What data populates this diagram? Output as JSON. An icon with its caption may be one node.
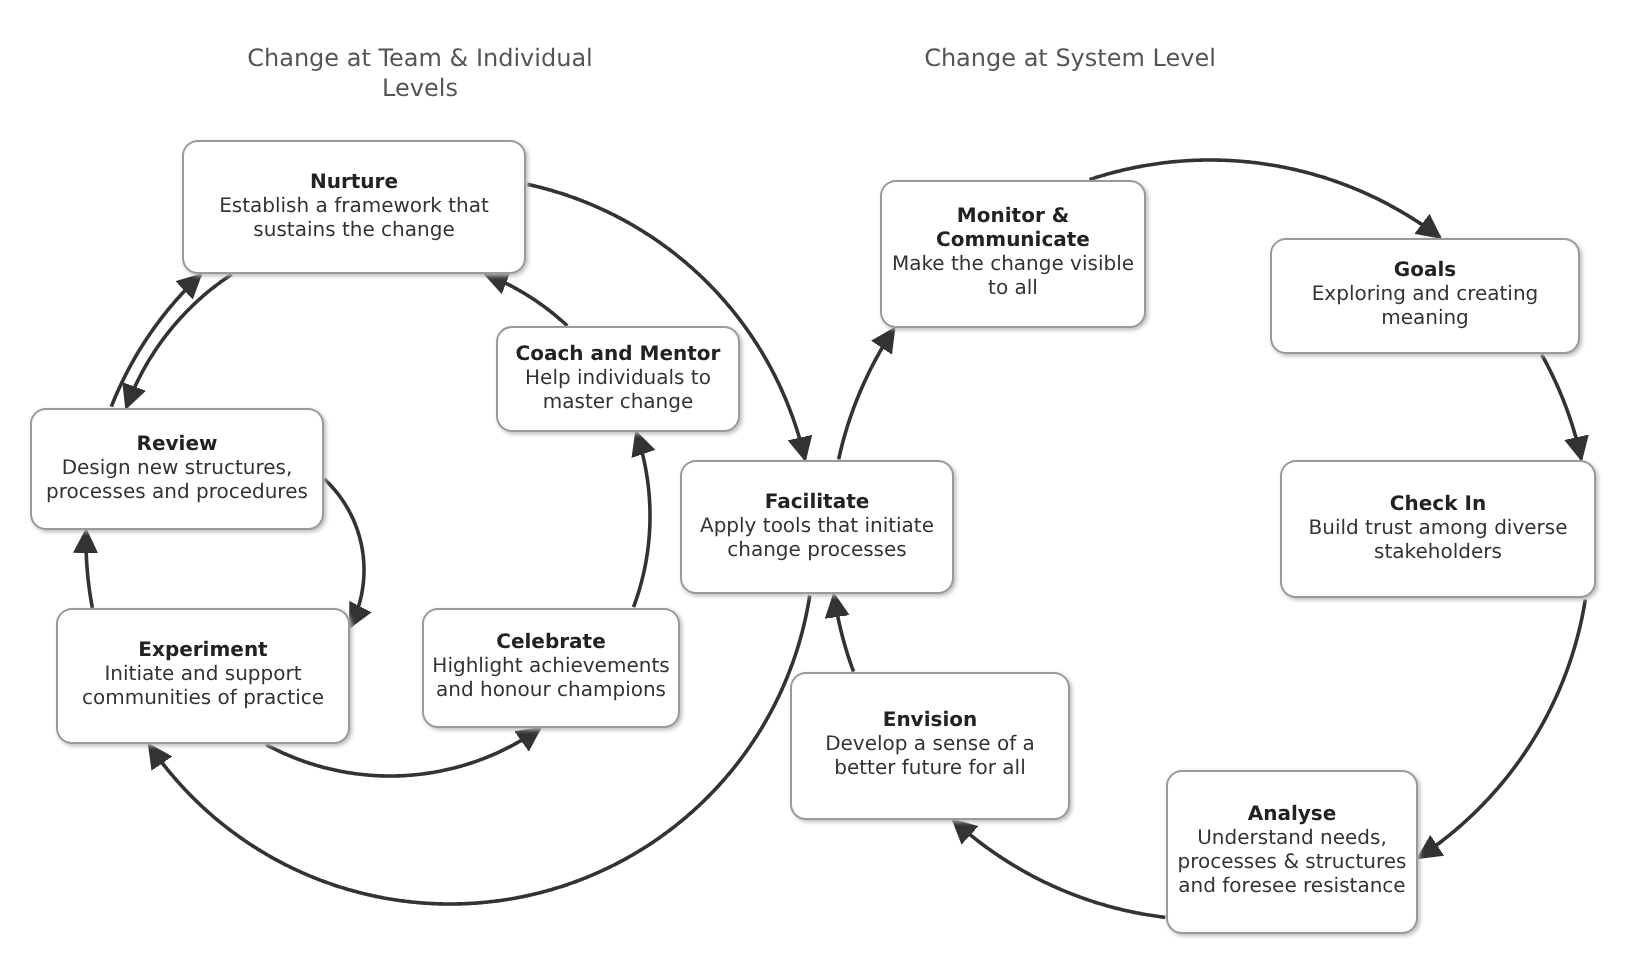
{
  "diagram": {
    "nodes": [
      {
        "text": [
          "Nurture",
          "Establish a framework that sustains the change"
        ]
      },
      {
        "text": [
          "Coach and Mentor",
          "Help individuals to master change"
        ]
      },
      {
        "text": [
          "Review",
          "Design new structures, processes and procedures"
        ]
      },
      {
        "text": [
          "Experiment",
          "Initiate and support communities of practice"
        ]
      },
      {
        "text": [
          "Celebrate",
          "Highlight achievements and honour champions"
        ]
      },
      {
        "text": [
          "Facilitate",
          "Apply tools that initiate change processes"
        ]
      },
      {
        "text": [
          "Monitor & Communicate",
          "Make the change visible to all"
        ]
      },
      {
        "text": [
          "Goals",
          "Exploring and creating meaning"
        ]
      },
      {
        "text": [
          "Check In",
          "Build trust among diverse stakeholders"
        ]
      },
      {
        "text": [
          "Envision",
          "Develop a sense of a better future for all"
        ]
      },
      {
        "text": [
          "Analyse",
          "Understand needs, processes & structures and foresee resistance"
        ]
      }
    ],
    "edges": [
      {
        "from": 0,
        "to": 5,
        "arrow": "to"
      },
      {
        "from": 5,
        "to": 3,
        "arrow": "to"
      },
      {
        "from": 3,
        "to": 2,
        "arrow": "to"
      },
      {
        "from": 2,
        "to": 0,
        "arrow": "to"
      },
      {
        "from": 0,
        "to": 2,
        "arrow": "to"
      },
      {
        "from": 2,
        "to": 3,
        "arrow": "to"
      },
      {
        "from": 3,
        "to": 4,
        "arrow": "to"
      },
      {
        "from": 4,
        "to": 1,
        "arrow": "to"
      },
      {
        "from": 1,
        "to": 0,
        "arrow": "to"
      },
      {
        "from": 5,
        "to": 6,
        "arrow": "to"
      },
      {
        "from": 6,
        "to": 7,
        "arrow": "to"
      },
      {
        "from": 7,
        "to": 8,
        "arrow": "to"
      },
      {
        "from": 8,
        "to": 10,
        "arrow": "to"
      },
      {
        "from": 10,
        "to": 9,
        "arrow": "to"
      },
      {
        "from": 9,
        "to": 5,
        "arrow": "to"
      }
    ],
    "labels": [
      "Change at Team & Individual Levels",
      "Change at System Level"
    ]
  }
}
